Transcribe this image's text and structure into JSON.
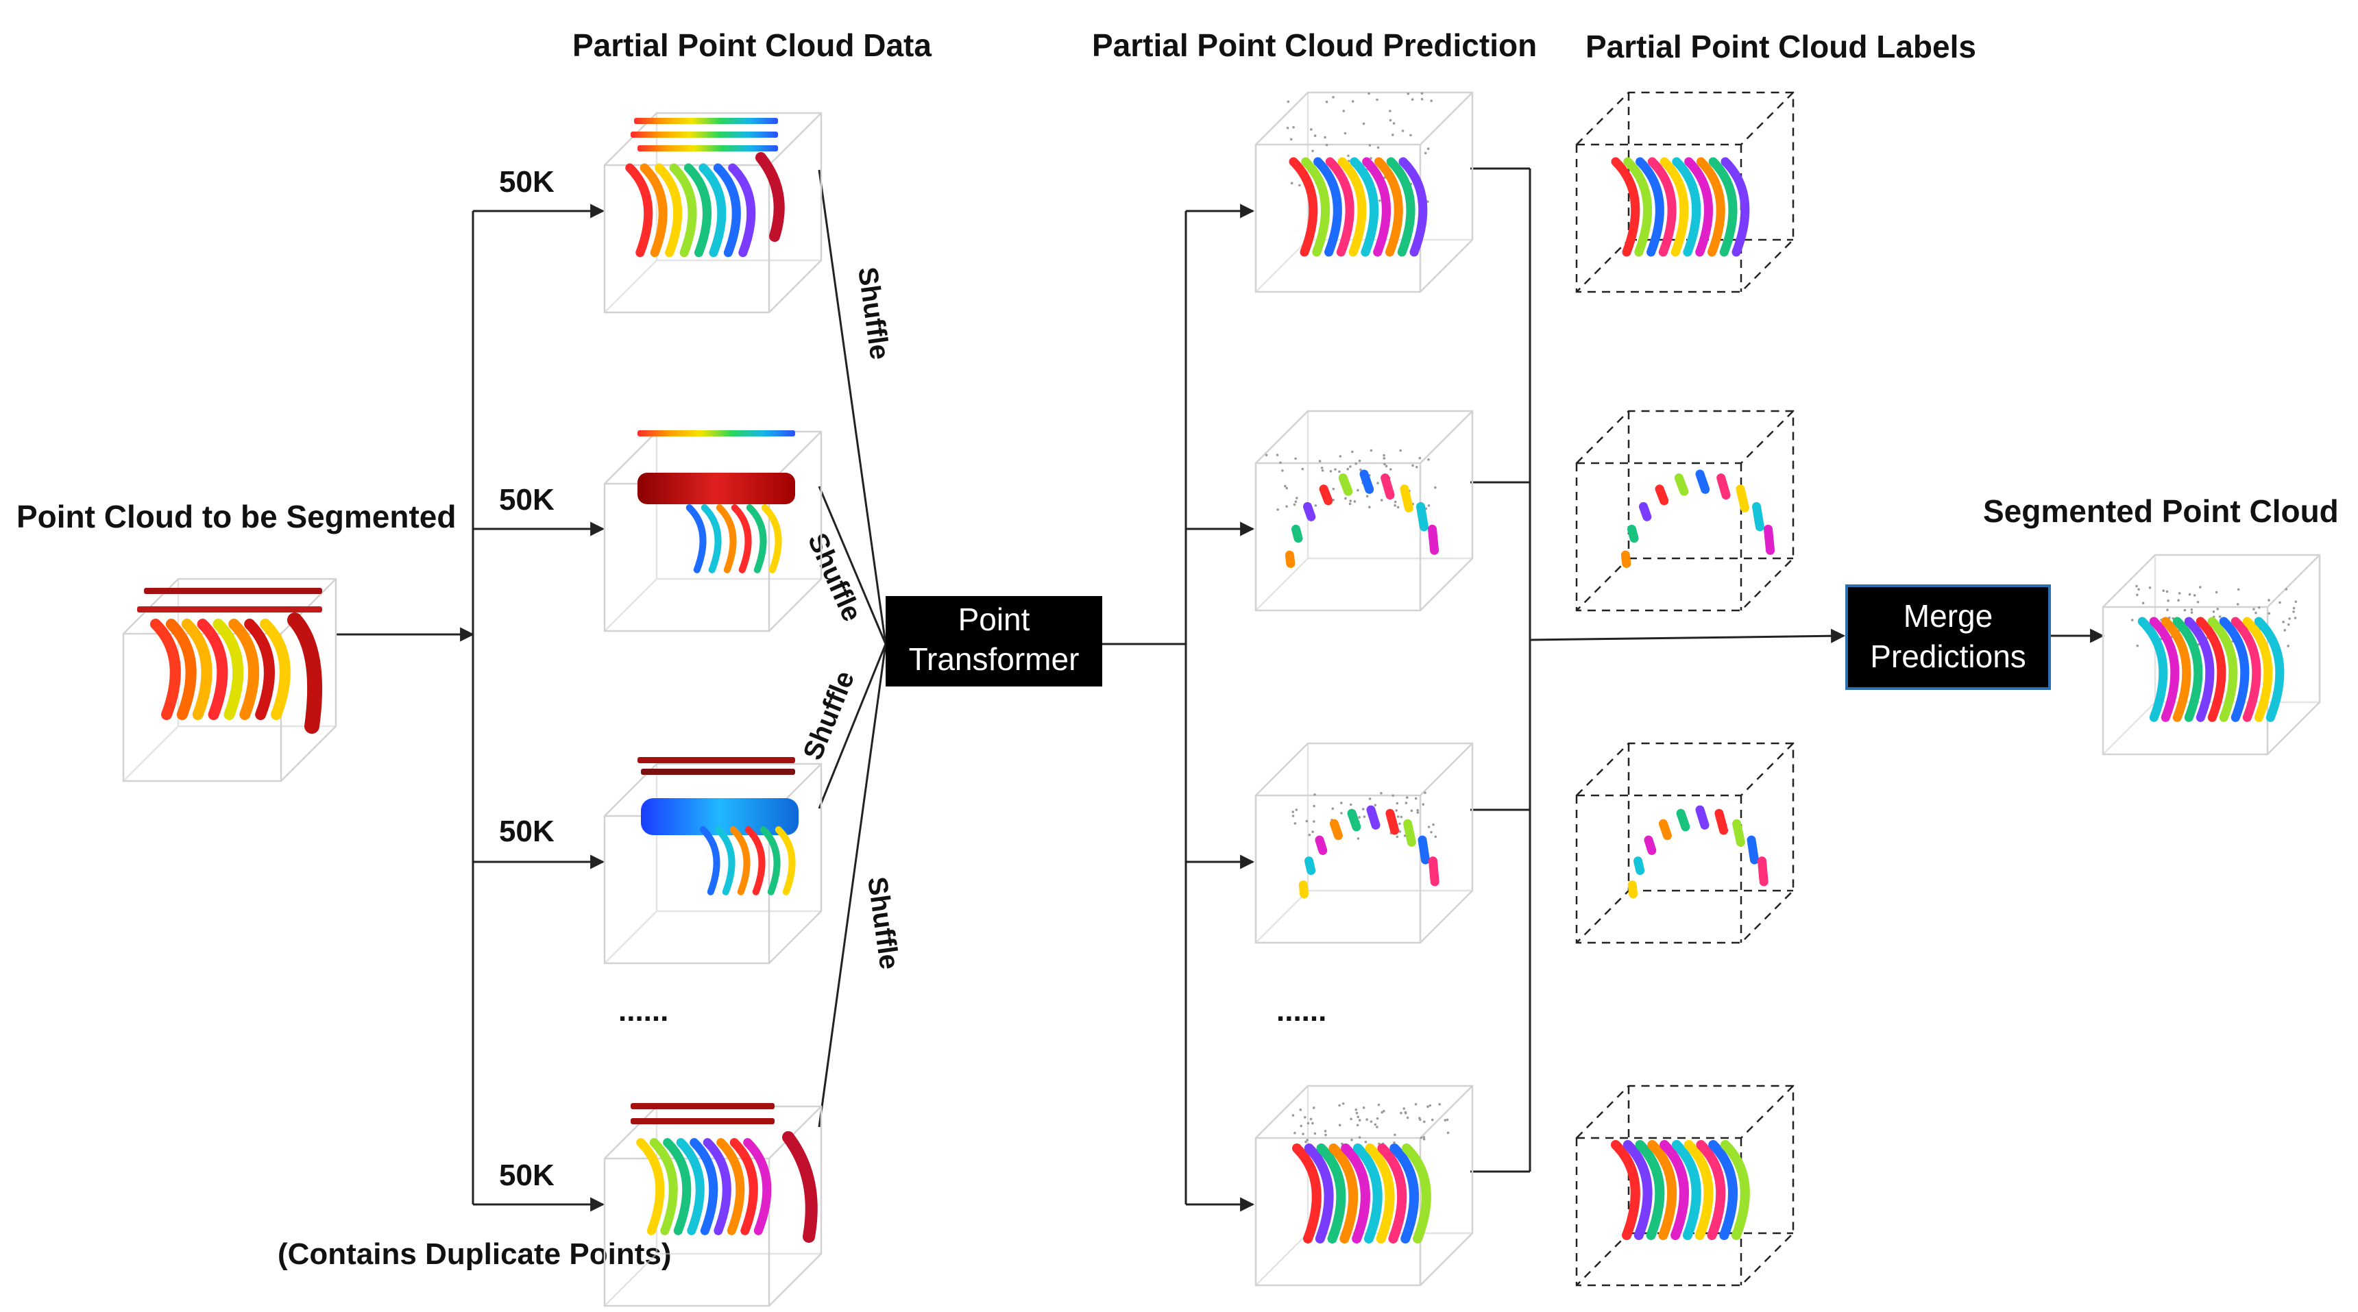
{
  "headers": {
    "input": "Point Cloud to be Segmented",
    "partial_data": "Partial Point Cloud Data",
    "partial_prediction": "Partial Point Cloud Prediction",
    "partial_labels": "Partial Point Cloud Labels",
    "output": "Segmented Point Cloud"
  },
  "sample_labels": [
    "50K",
    "50K",
    "50K",
    "50K"
  ],
  "shuffle_labels": [
    "Shuffle",
    "Shuffle",
    "Shuffle",
    "Shuffle"
  ],
  "ellipsis": "......",
  "duplicate_note": "(Contains Duplicate Points)",
  "boxes": {
    "point_transformer": [
      "Point",
      "Transformer"
    ],
    "merge_predictions": [
      "Merge",
      "Predictions"
    ]
  },
  "colors": {
    "box_fill": "#000000",
    "box_text": "#ffffff",
    "line": "#222222",
    "cube_edge": "#d2d2d2",
    "rib_palette": [
      "#ff2a2a",
      "#ff8c00",
      "#ffd400",
      "#9be22d",
      "#19c37d",
      "#16c4d9",
      "#1e6cff",
      "#7a3cff",
      "#e020c8",
      "#ff2f7a"
    ]
  }
}
